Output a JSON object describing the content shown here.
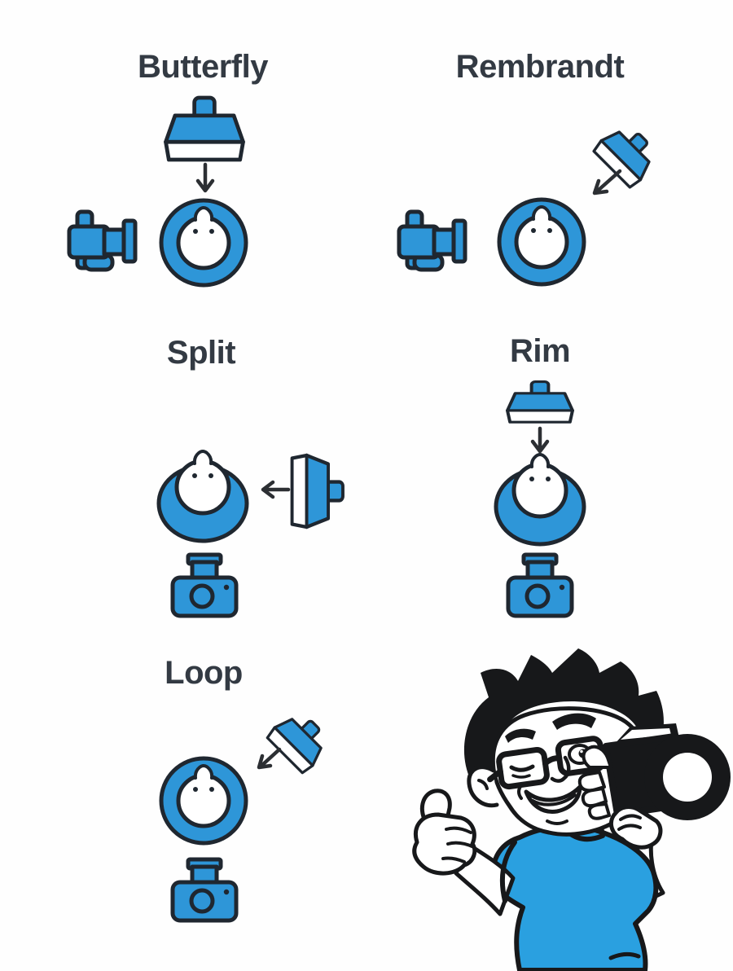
{
  "poster": {
    "title_implicit": "Portrait lighting setups",
    "background": "#fefefe"
  },
  "colors": {
    "icon_blue": "#2e96d8",
    "shirt_blue": "#2aa0e0",
    "icon_outline": "#1f2730",
    "arrow": "#2c2f33",
    "title_text": "#333a43",
    "mascot_line": "#17181a",
    "white": "#ffffff"
  },
  "sections": [
    {
      "label": "Butterfly",
      "light_position": "above",
      "arrow_direction": "down",
      "head_icon": "head-top-view-icon",
      "camera_icon": "camera-top-view-icon"
    },
    {
      "label": "Rembrandt",
      "light_position": "upper-right",
      "arrow_direction": "down-left",
      "head_icon": "head-top-view-icon",
      "camera_icon": "camera-top-view-icon"
    },
    {
      "label": "Split",
      "light_position": "right",
      "arrow_direction": "left",
      "head_icon": "head-with-shoulders-icon",
      "camera_icon": "camera-front-view-icon"
    },
    {
      "label": "Rim",
      "light_position": "above",
      "arrow_direction": "down",
      "head_icon": "head-with-shoulders-icon",
      "camera_icon": "camera-front-view-icon"
    },
    {
      "label": "Loop",
      "light_position": "upper-right",
      "arrow_direction": "down-left",
      "head_icon": "head-top-view-icon",
      "camera_icon": "camera-front-view-icon"
    }
  ],
  "mascot": {
    "name": "photographer-mascot",
    "description": "Winking cartoon photographer with thumbs up holding a DSLR camera"
  }
}
